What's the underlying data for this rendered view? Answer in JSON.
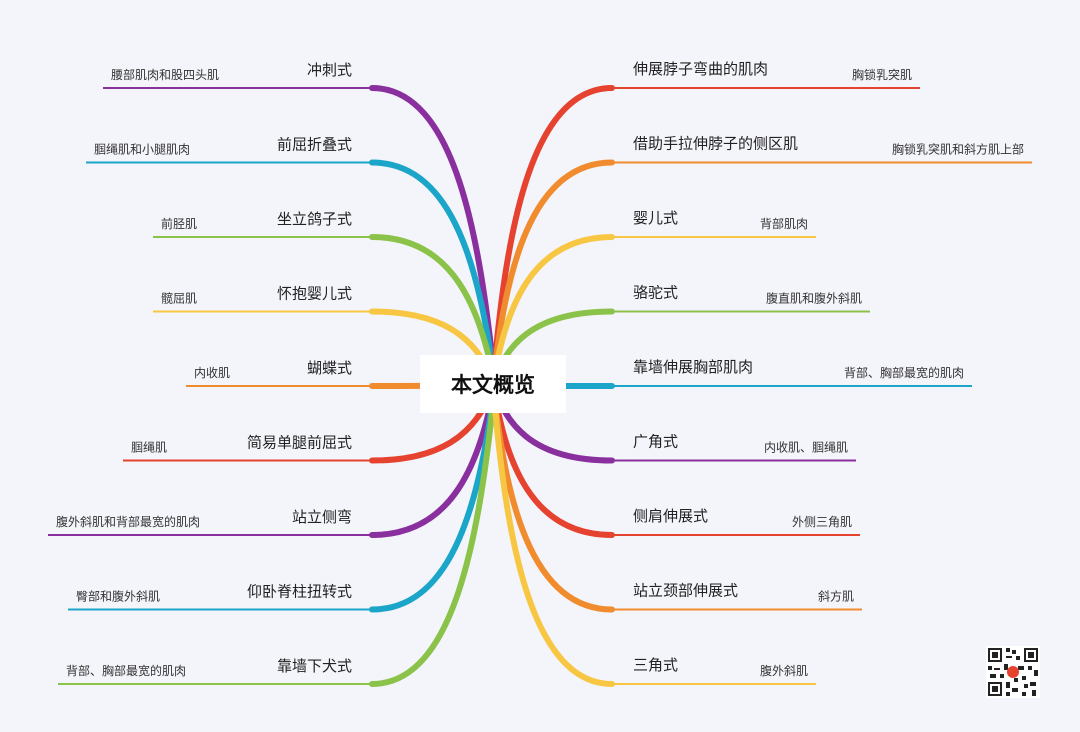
{
  "center": "本文概览",
  "colors": {
    "purple": "#8a2f9e",
    "cyan": "#1aa5c9",
    "green": "#8bc34a",
    "yellow": "#f7c744",
    "orange": "#f08c2e",
    "red": "#e5432f"
  },
  "left": [
    {
      "branch": "冲刺式",
      "leaf": "腰部肌肉和股四头肌",
      "color": "purple"
    },
    {
      "branch": "前屈折叠式",
      "leaf": "腘绳肌和小腿肌肉",
      "color": "cyan"
    },
    {
      "branch": "坐立鸽子式",
      "leaf": "前胫肌",
      "color": "green"
    },
    {
      "branch": "怀抱婴儿式",
      "leaf": "髋屈肌",
      "color": "yellow"
    },
    {
      "branch": "蝴蝶式",
      "leaf": "内收肌",
      "color": "orange"
    },
    {
      "branch": "简易单腿前屈式",
      "leaf": "腘绳肌",
      "color": "red"
    },
    {
      "branch": "站立侧弯",
      "leaf": "腹外斜肌和背部最宽的肌肉",
      "color": "purple"
    },
    {
      "branch": "仰卧脊柱扭转式",
      "leaf": "臀部和腹外斜肌",
      "color": "cyan"
    },
    {
      "branch": "靠墙下犬式",
      "leaf": "背部、胸部最宽的肌肉",
      "color": "green"
    }
  ],
  "right": [
    {
      "branch": "伸展脖子弯曲的肌肉",
      "leaf": "胸锁乳突肌",
      "color": "red"
    },
    {
      "branch": "借助手拉伸脖子的侧区肌",
      "leaf": "胸锁乳突肌和斜方肌上部",
      "color": "orange"
    },
    {
      "branch": "婴儿式",
      "leaf": "背部肌肉",
      "color": "yellow"
    },
    {
      "branch": "骆驼式",
      "leaf": "腹直肌和腹外斜肌",
      "color": "green"
    },
    {
      "branch": "靠墙伸展胸部肌肉",
      "leaf": "背部、胸部最宽的肌肉",
      "color": "cyan"
    },
    {
      "branch": "广角式",
      "leaf": "内收肌、腘绳肌",
      "color": "purple"
    },
    {
      "branch": "侧肩伸展式",
      "leaf": "外侧三角肌",
      "color": "red"
    },
    {
      "branch": "站立颈部伸展式",
      "leaf": "斜方肌",
      "color": "orange"
    },
    {
      "branch": "三角式",
      "leaf": "腹外斜肌",
      "color": "yellow"
    }
  ],
  "qr": {
    "label": "qr-code"
  }
}
